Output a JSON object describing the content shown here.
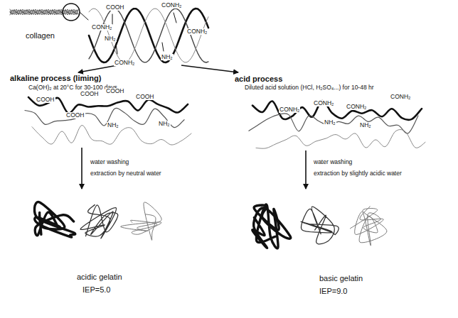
{
  "diagram": {
    "nodes": [
      {
        "text": [
          "collagen"
        ]
      },
      {
        "text": [
          "alkaline process (liming)",
          "Ca(OH)₂ at 20°C for 30-100 days"
        ]
      },
      {
        "text": [
          "acid process",
          "Diluted acid solution (HCl, H₂SO₄...) for 10-48 hr"
        ]
      },
      {
        "text": [
          "acidic gelatin",
          "IEP=5.0"
        ]
      },
      {
        "text": [
          "basic gelatin",
          "IEP=9.0"
        ]
      }
    ],
    "edges": [
      {
        "from": 0,
        "to": 1,
        "arrow": "to"
      },
      {
        "from": 0,
        "to": 2,
        "arrow": "to"
      },
      {
        "from": 1,
        "to": 3,
        "arrow": "to"
      },
      {
        "from": 2,
        "to": 4,
        "arrow": "to"
      }
    ],
    "labels": [
      "COOH",
      "CONH₂",
      "CONH₂",
      "CONH₂",
      "NH₂",
      "CONH₂",
      "NH₂",
      "COOH",
      "COOH",
      "COOH",
      "COOH",
      "COOH",
      "NH₂",
      "NH₂",
      "CONH₂",
      "CONH₂",
      "CONH₂",
      "CONH₂",
      "NH₂",
      "NH₂",
      "water washing",
      "extraction by neutral water",
      "water washing",
      "extraction by slightly acidic water"
    ]
  }
}
